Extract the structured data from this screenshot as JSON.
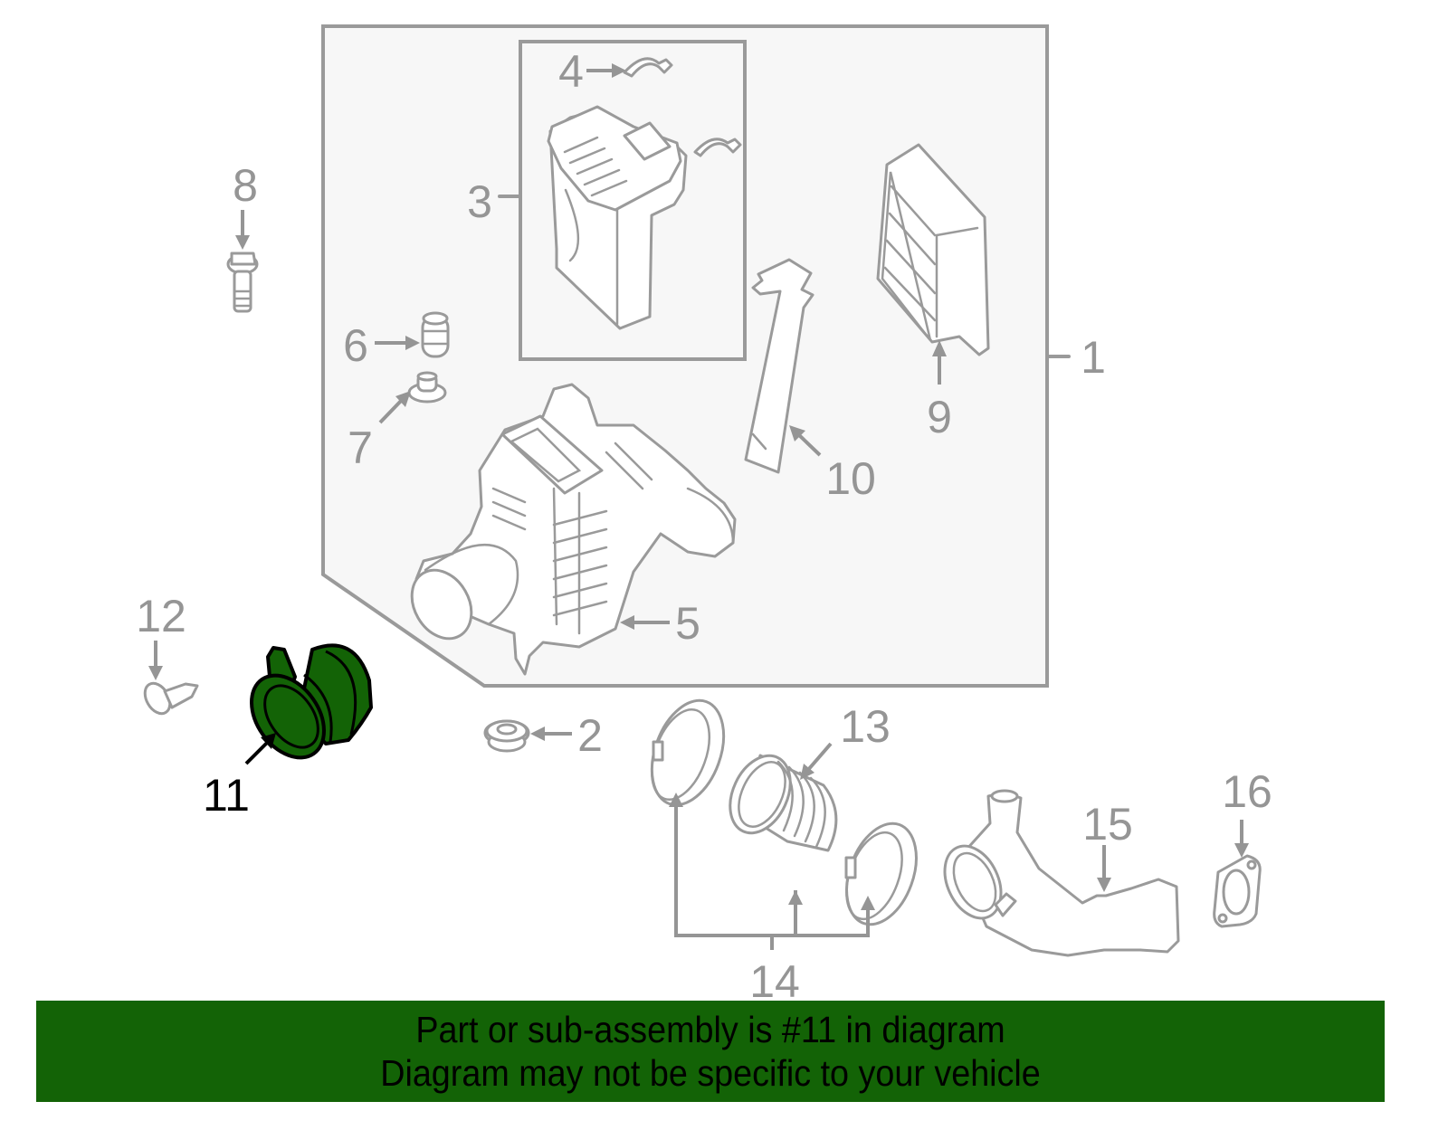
{
  "diagram": {
    "highlight_part": "11",
    "colors": {
      "highlight_fill": "#136306",
      "line_gray": "#9a9a9a",
      "label_gray": "#959595",
      "assembly_bg": "#f7f7f7",
      "banner_bg": "#136306"
    },
    "callouts": [
      {
        "id": "1",
        "label": "1"
      },
      {
        "id": "2",
        "label": "2"
      },
      {
        "id": "3",
        "label": "3"
      },
      {
        "id": "4",
        "label": "4"
      },
      {
        "id": "5",
        "label": "5"
      },
      {
        "id": "6",
        "label": "6"
      },
      {
        "id": "7",
        "label": "7"
      },
      {
        "id": "8",
        "label": "8"
      },
      {
        "id": "9",
        "label": "9"
      },
      {
        "id": "10",
        "label": "10"
      },
      {
        "id": "11",
        "label": "11"
      },
      {
        "id": "12",
        "label": "12"
      },
      {
        "id": "13",
        "label": "13"
      },
      {
        "id": "14",
        "label": "14"
      },
      {
        "id": "15",
        "label": "15"
      },
      {
        "id": "16",
        "label": "16"
      }
    ]
  },
  "banner": {
    "line1": "Part or sub-assembly is #11 in diagram",
    "line2": "Diagram may not be specific to your vehicle"
  }
}
